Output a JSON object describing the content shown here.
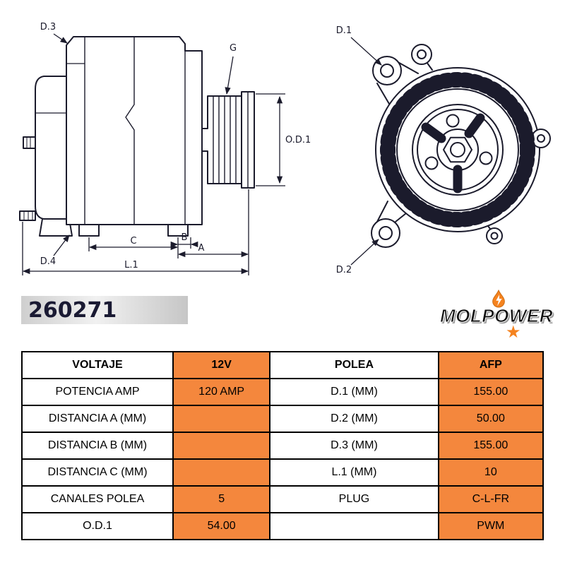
{
  "part_number": "260271",
  "logo": {
    "text": "MOLPOWER",
    "star": "★"
  },
  "diagram": {
    "side_view": {
      "labels": {
        "d3": "D.3",
        "d4": "D.4",
        "g": "G",
        "od1": "O.D.1",
        "c": "C",
        "b": "B",
        "a": "A",
        "l1": "L.1"
      }
    },
    "front_view": {
      "labels": {
        "d1": "D.1",
        "d2": "D.2"
      }
    }
  },
  "spec_table": {
    "rows": [
      {
        "label_left": "VOLTAJE",
        "value_left": "12V",
        "label_right": "POLEA",
        "value_right": "AFP"
      },
      {
        "label_left": "POTENCIA AMP",
        "value_left": "120 AMP",
        "label_right": "D.1 (MM)",
        "value_right": "155.00"
      },
      {
        "label_left": "DISTANCIA A (MM)",
        "value_left": "",
        "label_right": "D.2 (MM)",
        "value_right": "50.00"
      },
      {
        "label_left": "DISTANCIA B (MM)",
        "value_left": "",
        "label_right": "D.3 (MM)",
        "value_right": "155.00"
      },
      {
        "label_left": "DISTANCIA C (MM)",
        "value_left": "",
        "label_right": "L.1 (MM)",
        "value_right": "10"
      },
      {
        "label_left": "CANALES POLEA",
        "value_left": "5",
        "label_right": "PLUG",
        "value_right": "C-L-FR"
      },
      {
        "label_left": "O.D.1",
        "value_left": "54.00",
        "label_right": "",
        "value_right": "PWM"
      }
    ]
  },
  "colors": {
    "value-bg": "#F4873D",
    "accent-orange": "#F5831F",
    "line": "#1B1B2C",
    "table-border": "#000000",
    "part-bar-text": "#1A1A33"
  }
}
